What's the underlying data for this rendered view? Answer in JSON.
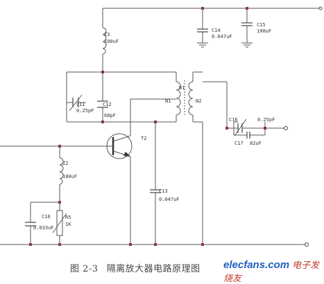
{
  "figure": {
    "caption_number": "图 2-3",
    "caption_text": "隔离放大器电路原理图"
  },
  "watermark": {
    "site": "elecfans.com",
    "site_cn": "电子发烧友"
  },
  "components": {
    "z3": {
      "ref": "Z3",
      "value": "100uF"
    },
    "c14": {
      "ref": "C14",
      "value": "0.047uF"
    },
    "c15": {
      "ref": "C15",
      "value": "100uF"
    },
    "c11": {
      "ref": "C11",
      "value": "0.25pF"
    },
    "c12": {
      "ref": "C12",
      "value": "68pF"
    },
    "b1": {
      "ref": "B1"
    },
    "n1": {
      "ref": "N1"
    },
    "n2": {
      "ref": "N2"
    },
    "c16": {
      "ref": "C16",
      "value": "0.25pF"
    },
    "c17": {
      "ref": "C17",
      "value": "82uF"
    },
    "t2": {
      "ref": "T2"
    },
    "z2": {
      "ref": "Z2",
      "value": "100uF"
    },
    "c13": {
      "ref": "C13",
      "value": "0.047uF"
    },
    "c10": {
      "ref": "C10",
      "value": "0.033uF"
    },
    "r5": {
      "ref": "R5",
      "value": "1K"
    }
  }
}
